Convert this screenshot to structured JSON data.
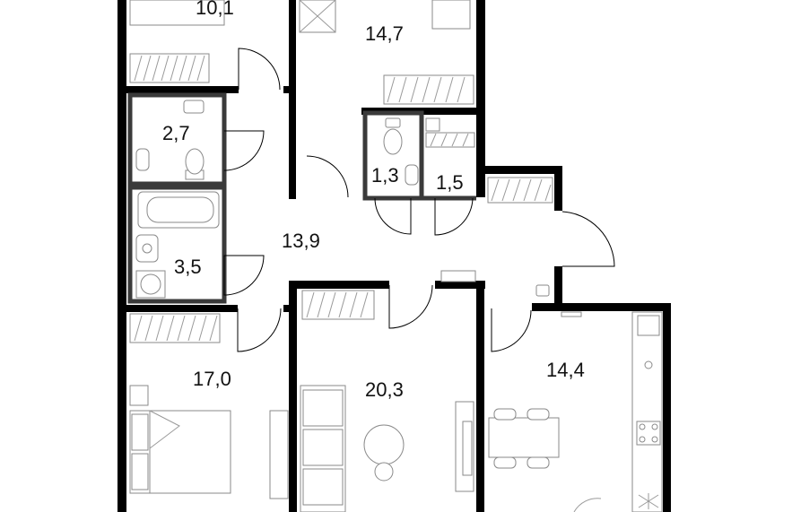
{
  "rooms": [
    {
      "id": "bedroom-top-left",
      "area": "10,1"
    },
    {
      "id": "bedroom-top-center",
      "area": "14,7"
    },
    {
      "id": "toilet-left",
      "area": "2,7"
    },
    {
      "id": "toilet-small",
      "area": "1,3"
    },
    {
      "id": "closet-small",
      "area": "1,5"
    },
    {
      "id": "hallway",
      "area": "13,9"
    },
    {
      "id": "bathroom",
      "area": "3,5"
    },
    {
      "id": "bedroom-master",
      "area": "17,0"
    },
    {
      "id": "living-room",
      "area": "20,3"
    },
    {
      "id": "kitchen",
      "area": "14,4"
    }
  ],
  "colors": {
    "wall": "#000000",
    "interior_wall": "#3a3a3a",
    "fixture_line": "#8a8a8a",
    "background": "#ffffff"
  }
}
